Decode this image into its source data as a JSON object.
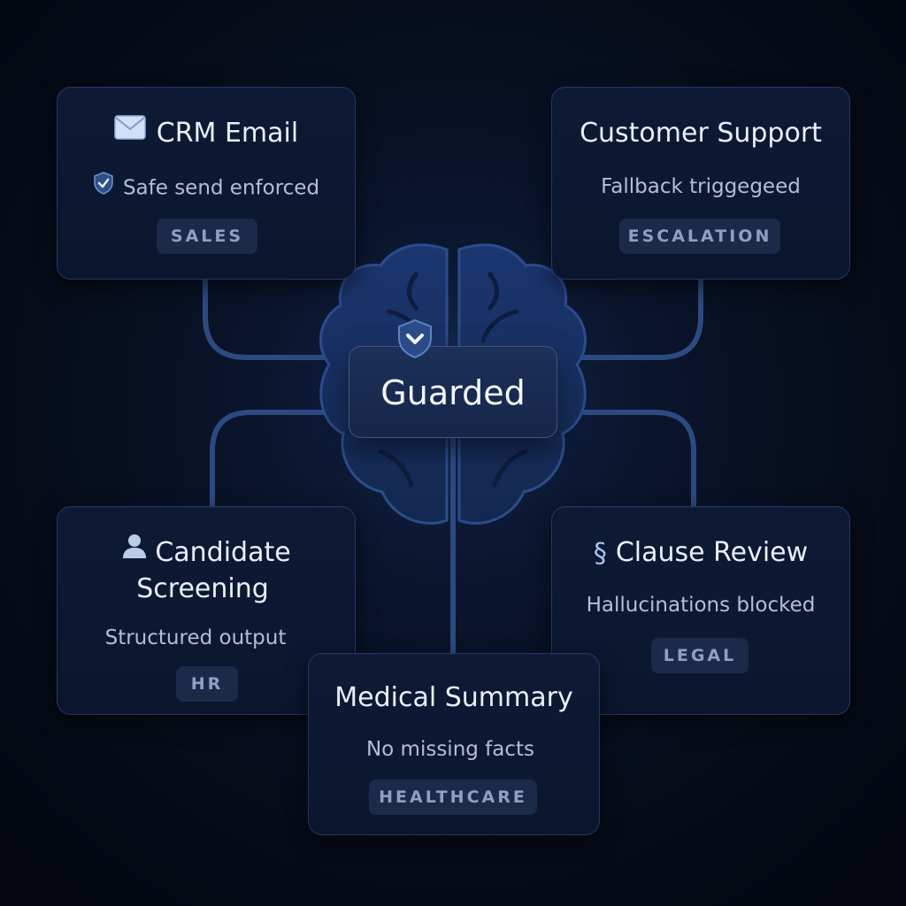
{
  "center": {
    "label": "Guarded"
  },
  "cards": {
    "crm": {
      "title": "CRM Email",
      "subtitle": "Safe send enforced",
      "tag": "SALES",
      "icon": "envelope-icon",
      "sub_icon": "shield-check-icon"
    },
    "support": {
      "title": "Customer Support",
      "subtitle": "Fallback triggegeed",
      "tag": "ESCALATION"
    },
    "candidate": {
      "title_line1": "Candidate",
      "title_line2": "Screening",
      "subtitle": "Structured output",
      "tag": "HR",
      "icon": "person-icon"
    },
    "clause": {
      "title": "Clause Review",
      "subtitle": "Hallucinations blocked",
      "tag": "LEGAL",
      "icon": "section-sign-icon",
      "icon_glyph": "§"
    },
    "medical": {
      "title": "Medical Summary",
      "subtitle": "No missing facts",
      "tag": "HEALTHCARE"
    }
  },
  "center_icon": "shield-chevron-icon",
  "background_graphic": "brain-icon",
  "colors": {
    "background": "#050a16",
    "card_bg": "#0d1831",
    "card_border": "#23375e",
    "connector": "#2c4a82",
    "brain": "#1a3468",
    "tag_bg": "#1b2a48",
    "tag_text": "#8fa1c2",
    "title_text": "#e9eef9",
    "subtitle_text": "#b3bfd6",
    "accent_icon": "#a8c4ee"
  }
}
